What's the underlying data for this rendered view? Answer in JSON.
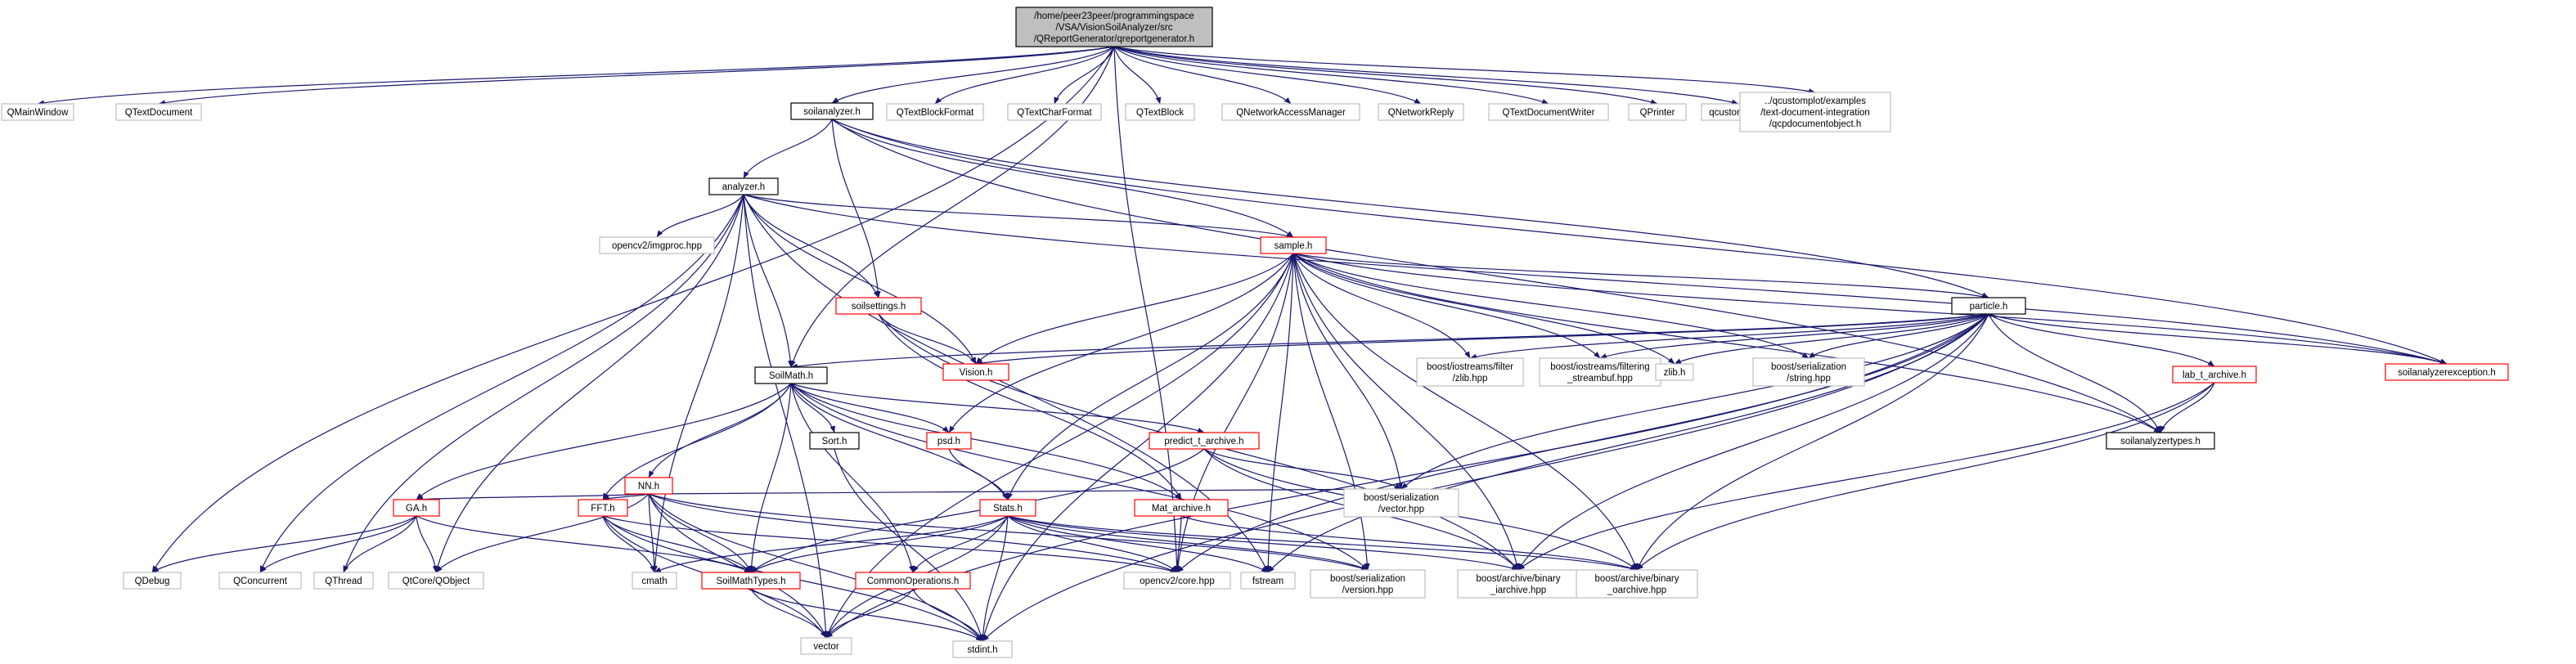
{
  "colors": {
    "edge": "#191970",
    "root_fill": "#bfbfbf",
    "root_border": "#000000",
    "node_border": "#000000",
    "external_border": "#bfbfbf",
    "truncated_border": "#ff0000",
    "text": "#000000"
  },
  "diagram": {
    "type": "include-dependency-graph",
    "nodes": [
      {
        "id": "root",
        "lines": [
          "/home/peer23peer/programmingspace",
          "/VSA/VisionSoilAnalyzer/src",
          "/QReportGenerator/qreportgenerator.h"
        ],
        "kind": "root"
      },
      {
        "id": "qmainwindow",
        "lines": [
          "QMainWindow"
        ],
        "kind": "external"
      },
      {
        "id": "qtextdocument",
        "lines": [
          "QTextDocument"
        ],
        "kind": "external"
      },
      {
        "id": "qdebug",
        "lines": [
          "QDebug"
        ],
        "kind": "external"
      },
      {
        "id": "soilanalyzer",
        "lines": [
          "soilanalyzer.h"
        ],
        "kind": "local"
      },
      {
        "id": "qtextblockformat",
        "lines": [
          "QTextBlockFormat"
        ],
        "kind": "external"
      },
      {
        "id": "qtextcharformat",
        "lines": [
          "QTextCharFormat"
        ],
        "kind": "external"
      },
      {
        "id": "qtextblock",
        "lines": [
          "QTextBlock"
        ],
        "kind": "external"
      },
      {
        "id": "qnam",
        "lines": [
          "QNetworkAccessManager"
        ],
        "kind": "external"
      },
      {
        "id": "qnetworkreply",
        "lines": [
          "QNetworkReply"
        ],
        "kind": "external"
      },
      {
        "id": "qtdw",
        "lines": [
          "QTextDocumentWriter"
        ],
        "kind": "external"
      },
      {
        "id": "qprinter",
        "lines": [
          "QPrinter"
        ],
        "kind": "external"
      },
      {
        "id": "qcustomplot",
        "lines": [
          "qcustomplot.h"
        ],
        "kind": "external"
      },
      {
        "id": "qcpdoc",
        "lines": [
          "../qcustomplot/examples",
          "/text-document-integration",
          "/qcpdocumentobject.h"
        ],
        "kind": "external"
      },
      {
        "id": "analyzer",
        "lines": [
          "analyzer.h"
        ],
        "kind": "local"
      },
      {
        "id": "opencv_imgproc",
        "lines": [
          "opencv2/imgproc.hpp"
        ],
        "kind": "external"
      },
      {
        "id": "sample",
        "lines": [
          "sample.h"
        ],
        "kind": "truncated"
      },
      {
        "id": "soilsettings",
        "lines": [
          "soilsettings.h"
        ],
        "kind": "truncated"
      },
      {
        "id": "particle",
        "lines": [
          "particle.h"
        ],
        "kind": "local"
      },
      {
        "id": "vision",
        "lines": [
          "Vision.h"
        ],
        "kind": "truncated"
      },
      {
        "id": "soilmath",
        "lines": [
          "SoilMath.h"
        ],
        "kind": "local"
      },
      {
        "id": "zlib_filter",
        "lines": [
          "boost/iostreams/filter",
          "/zlib.hpp"
        ],
        "kind": "external"
      },
      {
        "id": "filtering_streambuf",
        "lines": [
          "boost/iostreams/filtering",
          "_streambuf.hpp"
        ],
        "kind": "external"
      },
      {
        "id": "zlib",
        "lines": [
          "zlib.h"
        ],
        "kind": "external"
      },
      {
        "id": "ser_string",
        "lines": [
          "boost/serialization",
          "/string.hpp"
        ],
        "kind": "external"
      },
      {
        "id": "lab_t_archive",
        "lines": [
          "lab_t_archive.h"
        ],
        "kind": "truncated"
      },
      {
        "id": "soilanalyzerexception",
        "lines": [
          "soilanalyzerexception.h"
        ],
        "kind": "truncated"
      },
      {
        "id": "sort",
        "lines": [
          "Sort.h"
        ],
        "kind": "local"
      },
      {
        "id": "psd",
        "lines": [
          "psd.h"
        ],
        "kind": "truncated"
      },
      {
        "id": "predict_t_archive",
        "lines": [
          "predict_t_archive.h"
        ],
        "kind": "truncated"
      },
      {
        "id": "soilanalyzertypes",
        "lines": [
          "soilanalyzertypes.h"
        ],
        "kind": "local"
      },
      {
        "id": "nn",
        "lines": [
          "NN.h"
        ],
        "kind": "truncated"
      },
      {
        "id": "ga",
        "lines": [
          "GA.h"
        ],
        "kind": "truncated"
      },
      {
        "id": "fft",
        "lines": [
          "FFT.h"
        ],
        "kind": "truncated"
      },
      {
        "id": "stats",
        "lines": [
          "Stats.h"
        ],
        "kind": "truncated"
      },
      {
        "id": "mat_archive",
        "lines": [
          "Mat_archive.h"
        ],
        "kind": "truncated"
      },
      {
        "id": "ser_vector",
        "lines": [
          "boost/serialization",
          "/vector.hpp"
        ],
        "kind": "external"
      },
      {
        "id": "qconcurrent",
        "lines": [
          "QConcurrent"
        ],
        "kind": "external"
      },
      {
        "id": "qthread",
        "lines": [
          "QThread"
        ],
        "kind": "external"
      },
      {
        "id": "qobject",
        "lines": [
          "QtCore/QObject"
        ],
        "kind": "external"
      },
      {
        "id": "cmath",
        "lines": [
          "cmath"
        ],
        "kind": "external"
      },
      {
        "id": "soilmathtypes",
        "lines": [
          "SoilMathTypes.h"
        ],
        "kind": "truncated"
      },
      {
        "id": "commonops",
        "lines": [
          "CommonOperations.h"
        ],
        "kind": "truncated"
      },
      {
        "id": "opencv_core",
        "lines": [
          "opencv2/core.hpp"
        ],
        "kind": "external"
      },
      {
        "id": "fstream",
        "lines": [
          "fstream"
        ],
        "kind": "external"
      },
      {
        "id": "ser_version",
        "lines": [
          "boost/serialization",
          "/version.hpp"
        ],
        "kind": "external"
      },
      {
        "id": "binary_iarchive",
        "lines": [
          "boost/archive/binary",
          "_iarchive.hpp"
        ],
        "kind": "external"
      },
      {
        "id": "binary_oarchive",
        "lines": [
          "boost/archive/binary",
          "_oarchive.hpp"
        ],
        "kind": "external"
      },
      {
        "id": "vector",
        "lines": [
          "vector"
        ],
        "kind": "external"
      },
      {
        "id": "stdint",
        "lines": [
          "stdint.h"
        ],
        "kind": "external"
      }
    ],
    "edges": [
      [
        "root",
        "qmainwindow"
      ],
      [
        "root",
        "qtextdocument"
      ],
      [
        "root",
        "qdebug"
      ],
      [
        "root",
        "soilanalyzer"
      ],
      [
        "root",
        "qtextblockformat"
      ],
      [
        "root",
        "qtextcharformat"
      ],
      [
        "root",
        "qtextblock"
      ],
      [
        "root",
        "qnam"
      ],
      [
        "root",
        "qnetworkreply"
      ],
      [
        "root",
        "qtdw"
      ],
      [
        "root",
        "qprinter"
      ],
      [
        "root",
        "qcustomplot"
      ],
      [
        "root",
        "qcpdoc"
      ],
      [
        "root",
        "soilmath"
      ],
      [
        "root",
        "opencv_core"
      ],
      [
        "soilanalyzer",
        "analyzer"
      ],
      [
        "soilanalyzer",
        "sample"
      ],
      [
        "soilanalyzer",
        "soilsettings"
      ],
      [
        "soilanalyzer",
        "particle"
      ],
      [
        "soilanalyzer",
        "soilanalyzerexception"
      ],
      [
        "soilanalyzer",
        "soilanalyzertypes"
      ],
      [
        "analyzer",
        "opencv_imgproc"
      ],
      [
        "analyzer",
        "sample"
      ],
      [
        "analyzer",
        "soilsettings"
      ],
      [
        "analyzer",
        "vision"
      ],
      [
        "analyzer",
        "soilmath"
      ],
      [
        "analyzer",
        "soilanalyzerexception"
      ],
      [
        "analyzer",
        "qconcurrent"
      ],
      [
        "analyzer",
        "qthread"
      ],
      [
        "analyzer",
        "qobject"
      ],
      [
        "analyzer",
        "vector"
      ],
      [
        "analyzer",
        "cmath"
      ],
      [
        "analyzer",
        "fstream"
      ],
      [
        "sample",
        "particle"
      ],
      [
        "sample",
        "vision"
      ],
      [
        "sample",
        "psd"
      ],
      [
        "sample",
        "stats"
      ],
      [
        "sample",
        "zlib_filter"
      ],
      [
        "sample",
        "filtering_streambuf"
      ],
      [
        "sample",
        "zlib"
      ],
      [
        "sample",
        "ser_string"
      ],
      [
        "sample",
        "ser_vector"
      ],
      [
        "sample",
        "ser_version"
      ],
      [
        "sample",
        "binary_iarchive"
      ],
      [
        "sample",
        "binary_oarchive"
      ],
      [
        "sample",
        "fstream"
      ],
      [
        "sample",
        "opencv_core"
      ],
      [
        "sample",
        "soilanalyzerexception"
      ],
      [
        "sample",
        "soilanalyzertypes"
      ],
      [
        "sample",
        "vector"
      ],
      [
        "sample",
        "stdint"
      ],
      [
        "particle",
        "soilmath"
      ],
      [
        "particle",
        "vision"
      ],
      [
        "particle",
        "zlib_filter"
      ],
      [
        "particle",
        "filtering_streambuf"
      ],
      [
        "particle",
        "zlib"
      ],
      [
        "particle",
        "ser_string"
      ],
      [
        "particle",
        "lab_t_archive"
      ],
      [
        "particle",
        "soilanalyzerexception"
      ],
      [
        "particle",
        "soilanalyzertypes"
      ],
      [
        "particle",
        "ser_vector"
      ],
      [
        "particle",
        "binary_iarchive"
      ],
      [
        "particle",
        "binary_oarchive"
      ],
      [
        "particle",
        "fstream"
      ],
      [
        "particle",
        "opencv_core"
      ],
      [
        "particle",
        "vector"
      ],
      [
        "particle",
        "stdint"
      ],
      [
        "soilsettings",
        "vision"
      ],
      [
        "soilsettings",
        "mat_archive"
      ],
      [
        "soilsettings",
        "binary_iarchive"
      ],
      [
        "lab_t_archive",
        "soilanalyzertypes"
      ],
      [
        "lab_t_archive",
        "binary_iarchive"
      ],
      [
        "lab_t_archive",
        "binary_oarchive"
      ],
      [
        "soilmath",
        "sort"
      ],
      [
        "soilmath",
        "psd"
      ],
      [
        "soilmath",
        "predict_t_archive"
      ],
      [
        "soilmath",
        "nn"
      ],
      [
        "soilmath",
        "ga"
      ],
      [
        "soilmath",
        "fft"
      ],
      [
        "soilmath",
        "stats"
      ],
      [
        "soilmath",
        "soilmathtypes"
      ],
      [
        "soilmath",
        "commonops"
      ],
      [
        "soilmath",
        "mat_archive"
      ],
      [
        "soilmath",
        "ser_version"
      ],
      [
        "sort",
        "stdint"
      ],
      [
        "psd",
        "stats"
      ],
      [
        "predict_t_archive",
        "ser_vector"
      ],
      [
        "predict_t_archive",
        "soilmathtypes"
      ],
      [
        "predict_t_archive",
        "binary_iarchive"
      ],
      [
        "predict_t_archive",
        "binary_oarchive"
      ],
      [
        "nn",
        "ga"
      ],
      [
        "nn",
        "fft"
      ],
      [
        "nn",
        "soilmathtypes"
      ],
      [
        "nn",
        "qobject"
      ],
      [
        "nn",
        "ser_vector"
      ],
      [
        "nn",
        "ser_version"
      ],
      [
        "nn",
        "vector"
      ],
      [
        "nn",
        "stdint"
      ],
      [
        "nn",
        "cmath"
      ],
      [
        "nn",
        "opencv_core"
      ],
      [
        "ga",
        "qdebug"
      ],
      [
        "ga",
        "qconcurrent"
      ],
      [
        "ga",
        "qthread"
      ],
      [
        "ga",
        "qobject"
      ],
      [
        "ga",
        "soilmathtypes"
      ],
      [
        "fft",
        "soilmathtypes"
      ],
      [
        "fft",
        "cmath"
      ],
      [
        "fft",
        "vector"
      ],
      [
        "fft",
        "stdint"
      ],
      [
        "fft",
        "opencv_core"
      ],
      [
        "stats",
        "soilmathtypes"
      ],
      [
        "stats",
        "commonops"
      ],
      [
        "stats",
        "cmath"
      ],
      [
        "stats",
        "vector"
      ],
      [
        "stats",
        "stdint"
      ],
      [
        "stats",
        "fstream"
      ],
      [
        "stats",
        "ser_version"
      ],
      [
        "stats",
        "binary_iarchive"
      ],
      [
        "stats",
        "binary_oarchive"
      ],
      [
        "stats",
        "opencv_core"
      ],
      [
        "mat_archive",
        "opencv_core"
      ],
      [
        "mat_archive",
        "binary_oarchive"
      ],
      [
        "commonops",
        "vector"
      ],
      [
        "commonops",
        "stdint"
      ],
      [
        "soilmathtypes",
        "vector"
      ],
      [
        "soilmathtypes",
        "stdint"
      ]
    ]
  }
}
